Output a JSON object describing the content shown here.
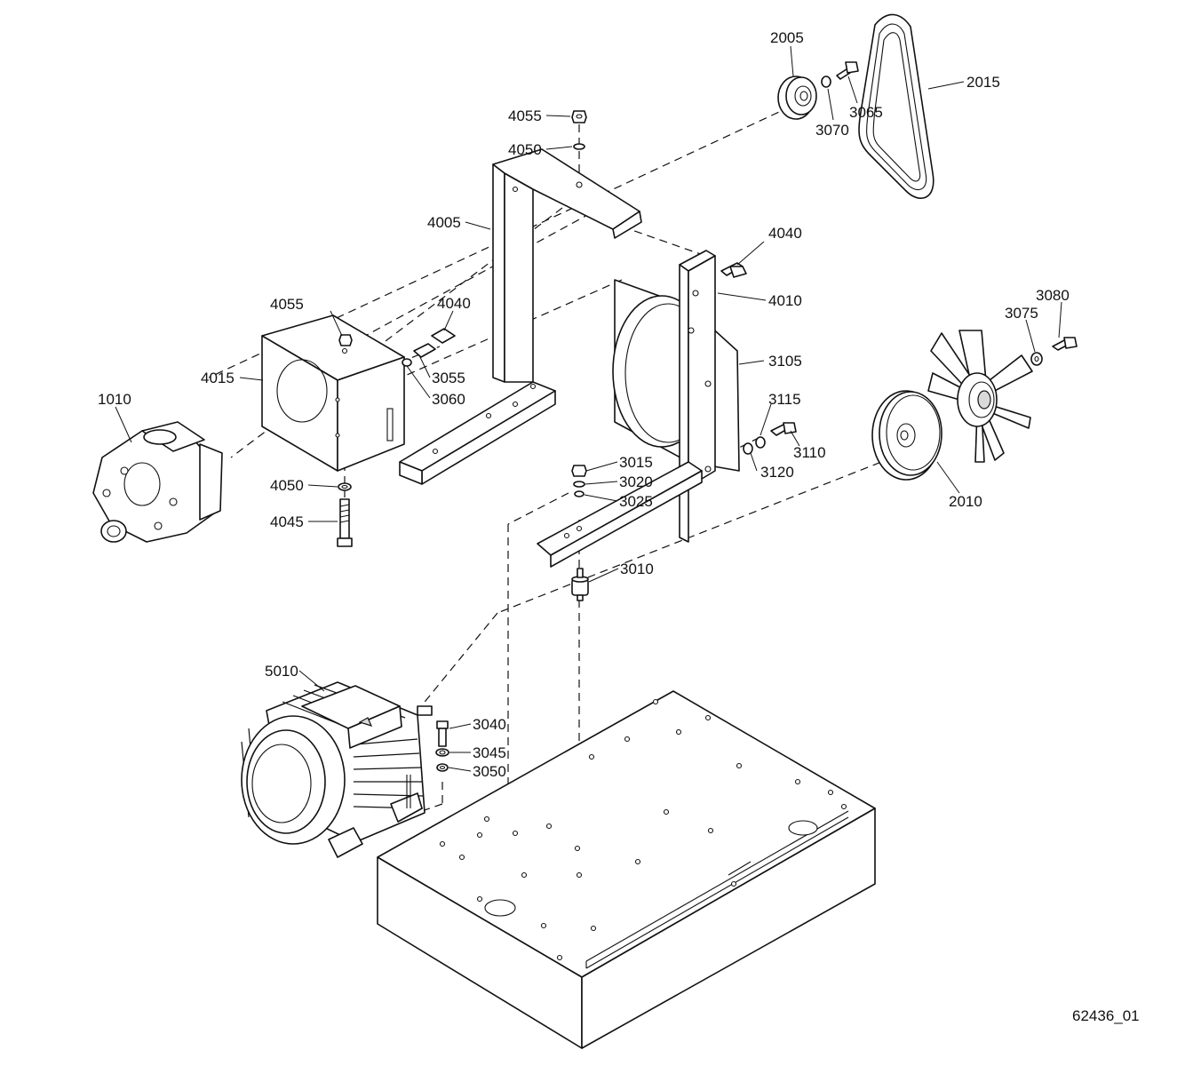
{
  "drawing_reference": "62436_01",
  "callouts": [
    {
      "id": "c2005",
      "text": "2005"
    },
    {
      "id": "c2015",
      "text": "2015"
    },
    {
      "id": "c3065",
      "text": "3065"
    },
    {
      "id": "c3070",
      "text": "3070"
    },
    {
      "id": "c4055a",
      "text": "4055"
    },
    {
      "id": "c4050a",
      "text": "4050"
    },
    {
      "id": "c4005",
      "text": "4005"
    },
    {
      "id": "c4040a",
      "text": "4040"
    },
    {
      "id": "c4010",
      "text": "4010"
    },
    {
      "id": "c4055b",
      "text": "4055"
    },
    {
      "id": "c4040b",
      "text": "4040"
    },
    {
      "id": "c3080",
      "text": "3080"
    },
    {
      "id": "c3075",
      "text": "3075"
    },
    {
      "id": "c3105",
      "text": "3105"
    },
    {
      "id": "c4015",
      "text": "4015"
    },
    {
      "id": "c3055",
      "text": "3055"
    },
    {
      "id": "c1010",
      "text": "1010"
    },
    {
      "id": "c3060",
      "text": "3060"
    },
    {
      "id": "c3115",
      "text": "3115"
    },
    {
      "id": "c3110",
      "text": "3110"
    },
    {
      "id": "c3015",
      "text": "3015"
    },
    {
      "id": "c3120",
      "text": "3120"
    },
    {
      "id": "c3020",
      "text": "3020"
    },
    {
      "id": "c4050b",
      "text": "4050"
    },
    {
      "id": "c3025",
      "text": "3025"
    },
    {
      "id": "c2010",
      "text": "2010"
    },
    {
      "id": "c4045",
      "text": "4045"
    },
    {
      "id": "c3010",
      "text": "3010"
    },
    {
      "id": "c5010",
      "text": "5010"
    },
    {
      "id": "c3040",
      "text": "3040"
    },
    {
      "id": "c3045",
      "text": "3045"
    },
    {
      "id": "c3050",
      "text": "3050"
    }
  ]
}
